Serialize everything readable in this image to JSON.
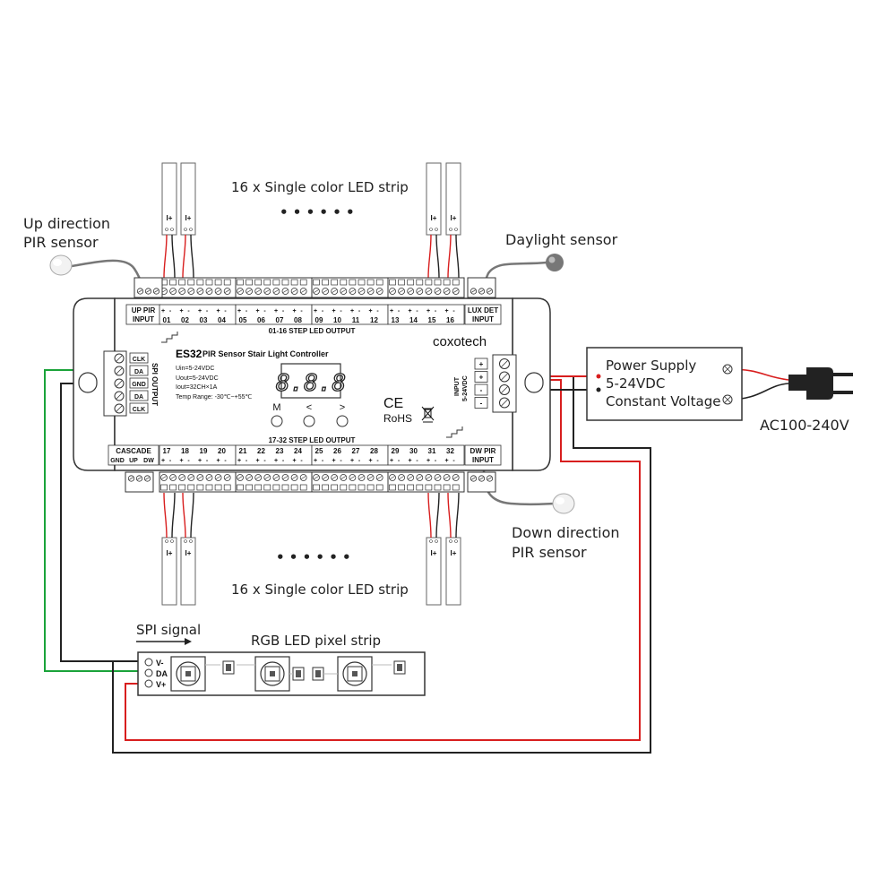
{
  "controller": {
    "model": "ES32",
    "title": "PIR Sensor Stair Light Controller",
    "brand": "coxotech",
    "specs": [
      "Uin=5-24VDC",
      "Uout=5-24VDC",
      "Iout=32CH×1A",
      "Temp Range: -30℃~+55℃"
    ],
    "display": "8.8.8",
    "buttons": [
      "M",
      "<",
      ">"
    ],
    "certs": {
      "ce": "CE",
      "rohs": "RoHS"
    },
    "top_output_label": "01-16 STEP LED OUTPUT",
    "bottom_output_label": "17-32 STEP LED OUTPUT",
    "up_pir_label": [
      "UP PIR",
      "INPUT"
    ],
    "lux_det_label": [
      "LUX DET",
      "INPUT"
    ],
    "dw_pir_label": [
      "DW PIR",
      "INPUT"
    ],
    "cascade_label": "CASCADE",
    "cascade_pins": [
      "GND",
      "UP",
      "DW"
    ],
    "spi_label": "SPI OUTPUT",
    "spi_pins": [
      "CLK",
      "DA",
      "GND",
      "DA",
      "CLK"
    ],
    "input_label": [
      "INPUT",
      "5-24VDC"
    ],
    "input_pins": [
      "+",
      "+",
      "-",
      "-"
    ],
    "top_channels": [
      "01",
      "02",
      "03",
      "04",
      "05",
      "06",
      "07",
      "08",
      "09",
      "10",
      "11",
      "12",
      "13",
      "14",
      "15",
      "16"
    ],
    "bottom_channels": [
      "17",
      "18",
      "19",
      "20",
      "21",
      "22",
      "23",
      "24",
      "25",
      "26",
      "27",
      "28",
      "29",
      "30",
      "31",
      "32"
    ],
    "polarity": [
      "+",
      "-"
    ]
  },
  "labels": {
    "up_pir": [
      "Up direction",
      "PIR sensor"
    ],
    "daylight": "Daylight sensor",
    "down_pir": [
      "Down direction",
      "PIR sensor"
    ],
    "top_strips": "16 x Single color LED strip",
    "bottom_strips": "16 x Single color LED strip",
    "ellipsis": "• • • • • •",
    "ac": "AC100-240V",
    "spi_signal": "SPI signal",
    "rgb_strip": "RGB LED pixel strip",
    "strip_polarity": "I+"
  },
  "power_supply": {
    "lines": [
      "Power Supply",
      "5-24VDC",
      "Constant Voltage"
    ]
  },
  "pixel_strip": {
    "pins": [
      "V-",
      "DA",
      "V+"
    ]
  },
  "colors": {
    "wire_black": "#222222",
    "wire_red": "#d81e1e",
    "wire_green": "#1aa33a",
    "outline": "#333333",
    "panel": "#ffffff",
    "strip_gray": "#888888"
  }
}
